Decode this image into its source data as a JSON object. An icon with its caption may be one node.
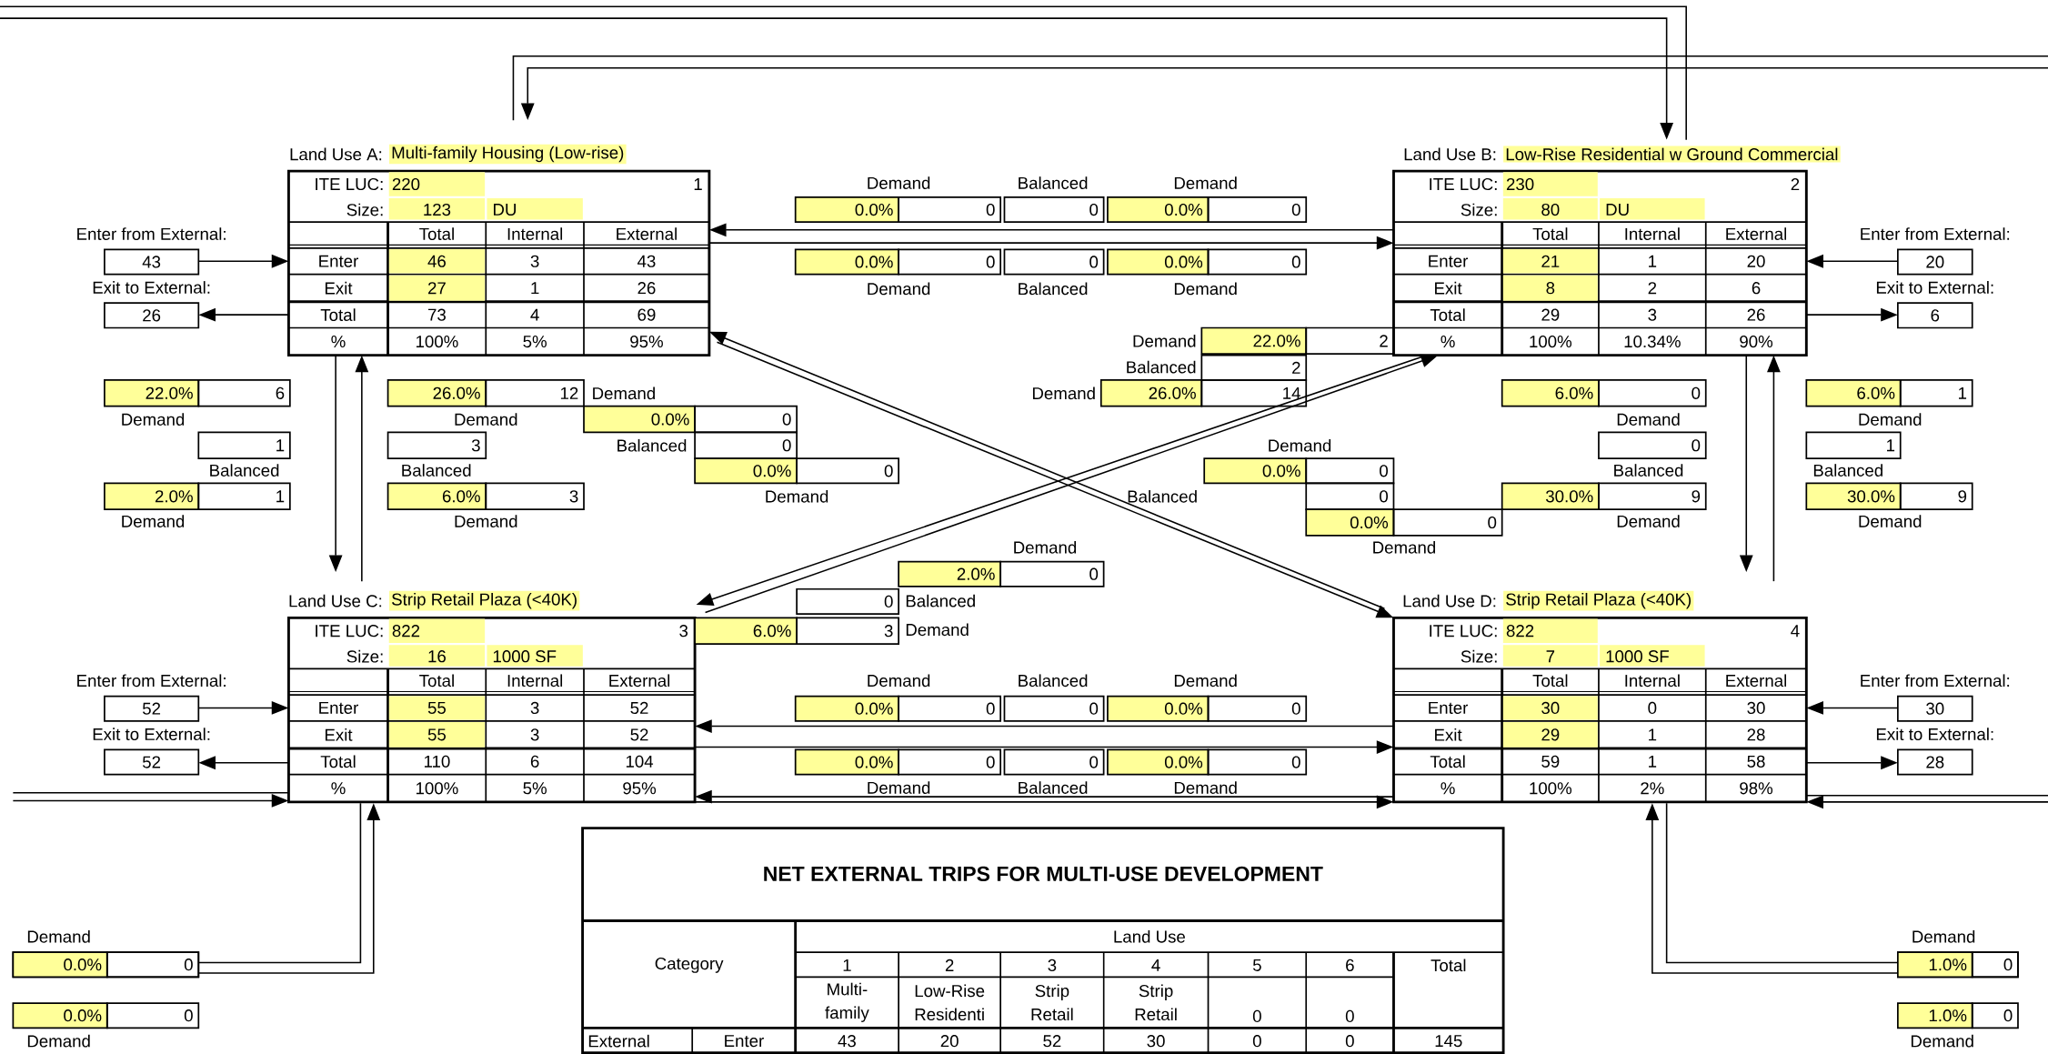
{
  "diagram": {
    "nodes": [
      {
        "text": [
          "Land Use A:",
          "Multi-family Housing (Low-rise)",
          "ITE LUC:",
          "220",
          "1",
          "Size:",
          "123",
          "DU",
          "Total",
          "Internal",
          "External",
          "Enter",
          "46",
          "3",
          "43",
          "Exit",
          "27",
          "1",
          "26",
          "Total",
          "73",
          "4",
          "69",
          "%",
          "100%",
          "5%",
          "95%"
        ]
      },
      {
        "text": [
          "Land Use B:",
          "Low-Rise Residential w Ground Commercial",
          "ITE LUC:",
          "230",
          "2",
          "Size:",
          "80",
          "DU",
          "Total",
          "Internal",
          "External",
          "Enter",
          "21",
          "1",
          "20",
          "Exit",
          "8",
          "2",
          "6",
          "Total",
          "29",
          "3",
          "26",
          "%",
          "100%",
          "10.34%",
          "90%"
        ]
      },
      {
        "text": [
          "Land Use C:",
          "Strip Retail Plaza (<40K)",
          "ITE LUC:",
          "822",
          "3",
          "Size:",
          "16",
          "1000 SF",
          "Total",
          "Internal",
          "External",
          "Enter",
          "55",
          "3",
          "52",
          "Exit",
          "55",
          "3",
          "52",
          "Total",
          "110",
          "6",
          "104",
          "%",
          "100%",
          "5%",
          "95%"
        ]
      },
      {
        "text": [
          "Land Use D:",
          "Strip Retail Plaza (<40K)",
          "ITE LUC:",
          "822",
          "4",
          "Size:",
          "7",
          "1000 SF",
          "Total",
          "Internal",
          "External",
          "Enter",
          "30",
          "0",
          "30",
          "Exit",
          "29",
          "1",
          "28",
          "Total",
          "59",
          "1",
          "58",
          "%",
          "100%",
          "2%",
          "98%"
        ]
      },
      {
        "text": [
          "43"
        ],
        "beside": [
          "Enter from External:"
        ]
      },
      {
        "text": [
          "26"
        ],
        "beside": [
          "Exit to External:"
        ]
      },
      {
        "text": [
          "20"
        ],
        "beside": [
          "Enter from External:"
        ]
      },
      {
        "text": [
          "6"
        ],
        "beside": [
          "Exit to External:"
        ]
      },
      {
        "text": [
          "52"
        ],
        "beside": [
          "Enter from External:"
        ]
      },
      {
        "text": [
          "52"
        ],
        "beside": [
          "Exit to External:"
        ]
      },
      {
        "text": [
          "30"
        ],
        "beside": [
          "Enter from External:"
        ]
      },
      {
        "text": [
          "28"
        ],
        "beside": [
          "Exit to External:"
        ]
      },
      {
        "text": [
          "NET EXTERNAL TRIPS FOR MULTI-USE DEVELOPMENT",
          "Category",
          "Land Use",
          "1",
          "2",
          "3",
          "4",
          "5",
          "6",
          "Total",
          "Multi-family",
          "Low-Rise Residenti",
          "Strip Retail",
          "Strip Retail",
          "0",
          "0",
          "External",
          "Enter",
          "43",
          "20",
          "52",
          "30",
          "0",
          "0",
          "145"
        ]
      },
      {
        "text": [
          "0.0%",
          "0"
        ],
        "beside": [
          "Demand"
        ]
      },
      {
        "text": [
          "1.0%",
          "0"
        ],
        "beside": [
          "Demand"
        ]
      }
    ],
    "edges": [
      {
        "from": 4,
        "to": 0,
        "arrow": "to"
      },
      {
        "from": 0,
        "to": 5,
        "arrow": "to"
      },
      {
        "from": 6,
        "to": 1,
        "arrow": "to"
      },
      {
        "from": 1,
        "to": 7,
        "arrow": "to"
      },
      {
        "from": 8,
        "to": 2,
        "arrow": "to"
      },
      {
        "from": 2,
        "to": 9,
        "arrow": "to"
      },
      {
        "from": 10,
        "to": 3,
        "arrow": "to"
      },
      {
        "from": 3,
        "to": 11,
        "arrow": "to"
      },
      {
        "from": 1,
        "to": 0,
        "arrow": "to"
      },
      {
        "from": 0,
        "to": 1,
        "arrow": "to"
      },
      {
        "from": 3,
        "to": 2,
        "arrow": "to"
      },
      {
        "from": 2,
        "to": 3,
        "arrow": "to"
      },
      {
        "from": 3,
        "to": 2,
        "arrow": "to"
      },
      {
        "from": 2,
        "to": 3,
        "arrow": "to"
      },
      {
        "from": 0,
        "to": 2,
        "arrow": "to"
      },
      {
        "from": 2,
        "to": 0,
        "arrow": "to"
      },
      {
        "from": 1,
        "to": 3,
        "arrow": "to"
      },
      {
        "from": 3,
        "to": 1,
        "arrow": "to"
      },
      {
        "from": 3,
        "to": 0,
        "arrow": "to"
      },
      {
        "from": 0,
        "to": 3,
        "arrow": "to"
      },
      {
        "from": 2,
        "to": 1,
        "arrow": "to"
      },
      {
        "from": 1,
        "to": 2,
        "arrow": "to"
      },
      {
        "from": null,
        "to": 1,
        "arrow": "to"
      },
      {
        "from": 1,
        "to": null,
        "arrow": "none"
      },
      {
        "from": null,
        "to": 0,
        "arrow": "to"
      },
      {
        "from": 0,
        "to": null,
        "arrow": "none"
      },
      {
        "from": null,
        "to": 2,
        "arrow": "to"
      },
      {
        "from": 2,
        "to": null,
        "arrow": "none"
      },
      {
        "from": 13,
        "to": 2,
        "arrow": "to"
      },
      {
        "from": 2,
        "to": 13,
        "arrow": "none"
      },
      {
        "from": null,
        "to": 3,
        "arrow": "to"
      },
      {
        "from": 3,
        "to": null,
        "arrow": "none"
      },
      {
        "from": 14,
        "to": 3,
        "arrow": "to"
      },
      {
        "from": 3,
        "to": 14,
        "arrow": "none"
      }
    ],
    "labels": [
      "Demand",
      "Balanced",
      "Demand",
      "0.0%",
      "0",
      "0",
      "0.0%",
      "0",
      "0.0%",
      "0",
      "0",
      "0.0%",
      "0",
      "Demand",
      "Balanced",
      "Demand",
      "Demand",
      "22.0%",
      "2",
      "Balanced",
      "2",
      "22.0%",
      "6",
      "26.0%",
      "12",
      "Demand",
      "Demand",
      "26.0%",
      "14",
      "6.0%",
      "0",
      "6.0%",
      "1",
      "Demand",
      "Demand",
      "0.0%",
      "0",
      "Demand",
      "Demand",
      "1",
      "3",
      "Balanced",
      "0",
      "Demand",
      "0",
      "1",
      "Balanced",
      "Balanced",
      "0.0%",
      "0",
      "0.0%",
      "0",
      "Balanced",
      "Balanced",
      "2.0%",
      "1",
      "6.0%",
      "3",
      "Demand",
      "Balanced",
      "0",
      "30.0%",
      "9",
      "30.0%",
      "9",
      "Demand",
      "Demand",
      "0.0%",
      "0",
      "Demand",
      "Demand",
      "Demand",
      "Demand",
      "2.0%",
      "0",
      "0",
      "Balanced",
      "6.0%",
      "3",
      "Demand",
      "Demand",
      "Balanced",
      "Demand",
      "0.0%",
      "0",
      "0",
      "0.0%",
      "0",
      "0.0%",
      "0",
      "0",
      "0.0%",
      "0",
      "Demand",
      "Balanced",
      "Demand",
      "0.0%",
      "0",
      "1.0%",
      "0",
      "Demand",
      "Demand"
    ]
  }
}
